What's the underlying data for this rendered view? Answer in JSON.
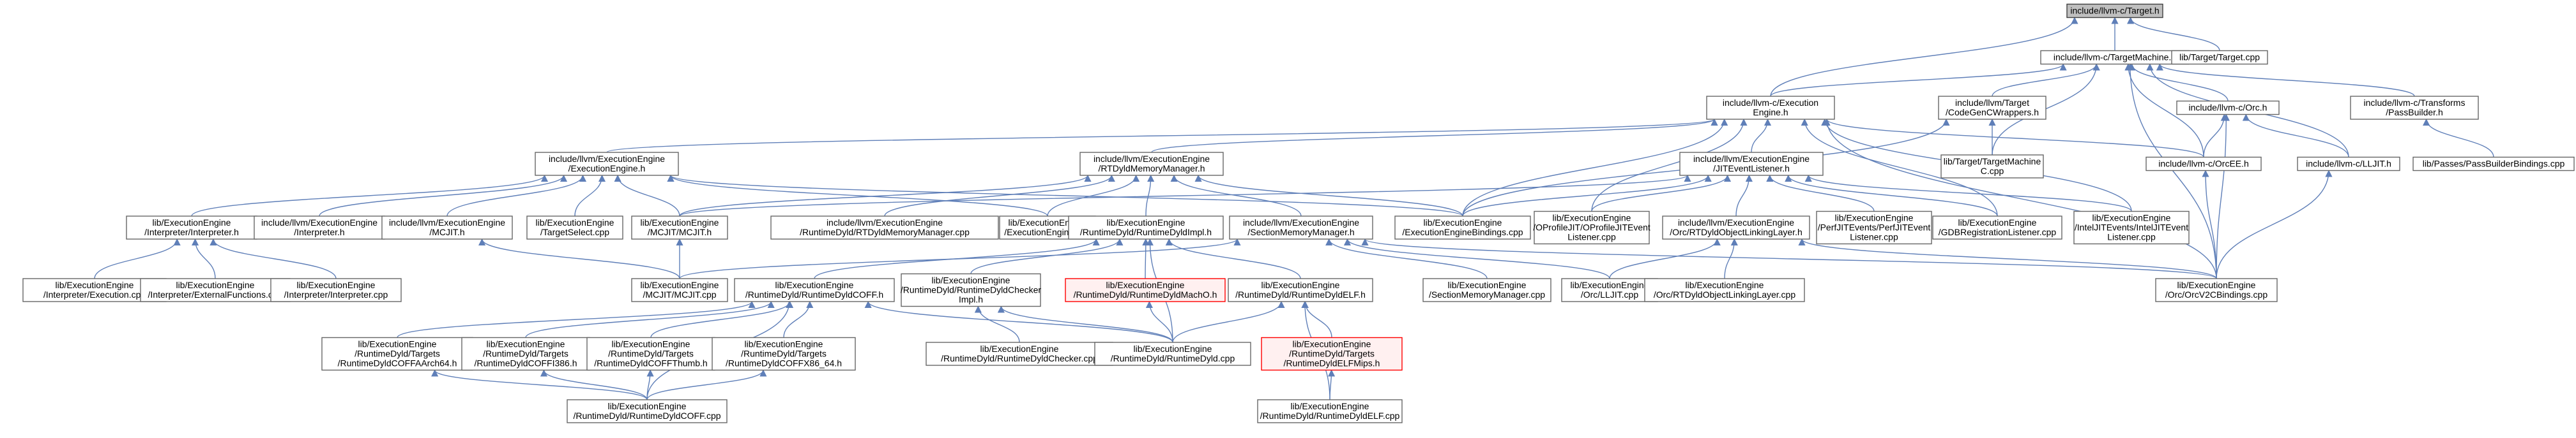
{
  "colors": {
    "background": "#ffffff",
    "edge": "#5f7fb8",
    "node_border": "#666666",
    "node_fill": "#ffffff",
    "root_fill": "#bfbfbf",
    "root_border": "#404040",
    "missing_border": "#ff0000",
    "missing_fill": "#fff0f0",
    "text": "#000000"
  },
  "nodes": [
    {
      "id": "n0",
      "lines": [
        "include/llvm-c/Target.h"
      ],
      "kind": "root"
    },
    {
      "id": "n1",
      "lines": [
        "include/llvm-c/TargetMachine.h"
      ]
    },
    {
      "id": "n2",
      "lines": [
        "lib/Target/Target.cpp"
      ]
    },
    {
      "id": "n3",
      "lines": [
        "include/llvm-c/Execution",
        "Engine.h"
      ]
    },
    {
      "id": "n4",
      "lines": [
        "include/llvm/Target",
        "/CodeGenCWrappers.h"
      ]
    },
    {
      "id": "n5",
      "lines": [
        "include/llvm-c/Orc.h"
      ]
    },
    {
      "id": "n6",
      "lines": [
        "include/llvm-c/Transforms",
        "/PassBuilder.h"
      ]
    },
    {
      "id": "n7",
      "lines": [
        "include/llvm/ExecutionEngine",
        "/ExecutionEngine.h"
      ]
    },
    {
      "id": "n8",
      "lines": [
        "include/llvm/ExecutionEngine",
        "/RTDyldMemoryManager.h"
      ]
    },
    {
      "id": "n9",
      "lines": [
        "include/llvm/ExecutionEngine",
        "/JITEventListener.h"
      ]
    },
    {
      "id": "n10",
      "lines": [
        "lib/Target/TargetMachine",
        "C.cpp"
      ]
    },
    {
      "id": "n11",
      "lines": [
        "include/llvm-c/OrcEE.h"
      ]
    },
    {
      "id": "n12",
      "lines": [
        "include/llvm-c/LLJIT.h"
      ]
    },
    {
      "id": "n13",
      "lines": [
        "lib/Passes/PassBuilderBindings.cpp"
      ]
    },
    {
      "id": "n14",
      "lines": [
        "lib/ExecutionEngine",
        "/Interpreter/Interpreter.h"
      ]
    },
    {
      "id": "n15",
      "lines": [
        "include/llvm/ExecutionEngine",
        "/Interpreter.h"
      ]
    },
    {
      "id": "n16",
      "lines": [
        "include/llvm/ExecutionEngine",
        "/MCJIT.h"
      ]
    },
    {
      "id": "n17",
      "lines": [
        "lib/ExecutionEngine",
        "/TargetSelect.cpp"
      ]
    },
    {
      "id": "n18",
      "lines": [
        "lib/ExecutionEngine",
        "/MCJIT/MCJIT.h"
      ]
    },
    {
      "id": "n19",
      "lines": [
        "include/llvm/ExecutionEngine",
        "/RuntimeDyld/RTDyldMemoryManager.cpp"
      ]
    },
    {
      "id": "n20",
      "lines": [
        "lib/ExecutionEngine",
        "/ExecutionEngine.cpp"
      ]
    },
    {
      "id": "n21",
      "lines": [
        "lib/ExecutionEngine",
        "/RuntimeDyld/RuntimeDyldImpl.h"
      ]
    },
    {
      "id": "n22",
      "lines": [
        "include/llvm/ExecutionEngine",
        "/SectionMemoryManager.h"
      ]
    },
    {
      "id": "n23",
      "lines": [
        "lib/ExecutionEngine",
        "/ExecutionEngineBindings.cpp"
      ]
    },
    {
      "id": "n24",
      "lines": [
        "lib/ExecutionEngine",
        "/OProfileJIT/OProfileJITEvent",
        "Listener.cpp"
      ]
    },
    {
      "id": "n25",
      "lines": [
        "include/llvm/ExecutionEngine",
        "/Orc/RTDyldObjectLinkingLayer.h"
      ]
    },
    {
      "id": "n26",
      "lines": [
        "lib/ExecutionEngine",
        "/PerfJITEvents/PerfJITEvent",
        "Listener.cpp"
      ]
    },
    {
      "id": "n27",
      "lines": [
        "lib/ExecutionEngine",
        "/GDBRegistrationListener.cpp"
      ]
    },
    {
      "id": "n28",
      "lines": [
        "lib/ExecutionEngine",
        "/IntelJITEvents/IntelJITEvent",
        "Listener.cpp"
      ]
    },
    {
      "id": "n29",
      "lines": [
        "lib/ExecutionEngine",
        "/Interpreter/Execution.cpp"
      ]
    },
    {
      "id": "n30",
      "lines": [
        "lib/ExecutionEngine",
        "/Interpreter/ExternalFunctions.cpp"
      ]
    },
    {
      "id": "n31",
      "lines": [
        "lib/ExecutionEngine",
        "/Interpreter/Interpreter.cpp"
      ]
    },
    {
      "id": "n32",
      "lines": [
        "lib/ExecutionEngine",
        "/MCJIT/MCJIT.cpp"
      ]
    },
    {
      "id": "n33",
      "lines": [
        "lib/ExecutionEngine",
        "/RuntimeDyld/RuntimeDyldCOFF.h"
      ]
    },
    {
      "id": "n34",
      "lines": [
        "lib/ExecutionEngine",
        "/RuntimeDyld/RuntimeDyldChecker",
        "Impl.h"
      ]
    },
    {
      "id": "n35",
      "lines": [
        "lib/ExecutionEngine",
        "/RuntimeDyld/RuntimeDyldMachO.h"
      ],
      "kind": "missing"
    },
    {
      "id": "n36",
      "lines": [
        "lib/ExecutionEngine",
        "/RuntimeDyld/RuntimeDyldELF.h"
      ]
    },
    {
      "id": "n37",
      "lines": [
        "lib/ExecutionEngine",
        "/SectionMemoryManager.cpp"
      ]
    },
    {
      "id": "n38",
      "lines": [
        "lib/ExecutionEngine",
        "/Orc/LLJIT.cpp"
      ]
    },
    {
      "id": "n39",
      "lines": [
        "lib/ExecutionEngine",
        "/Orc/RTDyldObjectLinkingLayer.cpp"
      ]
    },
    {
      "id": "n40",
      "lines": [
        "lib/ExecutionEngine",
        "/Orc/OrcV2CBindings.cpp"
      ]
    },
    {
      "id": "n41",
      "lines": [
        "lib/ExecutionEngine",
        "/RuntimeDyld/Targets",
        "/RuntimeDyldCOFFAArch64.h"
      ]
    },
    {
      "id": "n42",
      "lines": [
        "lib/ExecutionEngine",
        "/RuntimeDyld/Targets",
        "/RuntimeDyldCOFFI386.h"
      ]
    },
    {
      "id": "n43",
      "lines": [
        "lib/ExecutionEngine",
        "/RuntimeDyld/Targets",
        "/RuntimeDyldCOFFThumb.h"
      ]
    },
    {
      "id": "n44",
      "lines": [
        "lib/ExecutionEngine",
        "/RuntimeDyld/Targets",
        "/RuntimeDyldCOFFX86_64.h"
      ]
    },
    {
      "id": "n45",
      "lines": [
        "lib/ExecutionEngine",
        "/RuntimeDyld/RuntimeDyldChecker.cpp"
      ]
    },
    {
      "id": "n46",
      "lines": [
        "lib/ExecutionEngine",
        "/RuntimeDyld/RuntimeDyld.cpp"
      ]
    },
    {
      "id": "n47",
      "lines": [
        "lib/ExecutionEngine",
        "/RuntimeDyld/Targets",
        "/RuntimeDyldELFMips.h"
      ],
      "kind": "missing"
    },
    {
      "id": "n48",
      "lines": [
        "lib/ExecutionEngine",
        "/RuntimeDyld/RuntimeDyldCOFF.cpp"
      ]
    },
    {
      "id": "n49",
      "lines": [
        "lib/ExecutionEngine",
        "/RuntimeDyld/RuntimeDyldELF.cpp"
      ]
    }
  ],
  "edges": [
    [
      "n1",
      "n0"
    ],
    [
      "n2",
      "n0"
    ],
    [
      "n3",
      "n0"
    ],
    [
      "n3",
      "n1"
    ],
    [
      "n4",
      "n1"
    ],
    [
      "n5",
      "n1"
    ],
    [
      "n6",
      "n1"
    ],
    [
      "n10",
      "n1"
    ],
    [
      "n11",
      "n1"
    ],
    [
      "n12",
      "n1"
    ],
    [
      "n40",
      "n1"
    ],
    [
      "n7",
      "n3"
    ],
    [
      "n8",
      "n3"
    ],
    [
      "n9",
      "n3"
    ],
    [
      "n11",
      "n3"
    ],
    [
      "n23",
      "n3"
    ],
    [
      "n24",
      "n3"
    ],
    [
      "n27",
      "n3"
    ],
    [
      "n28",
      "n3"
    ],
    [
      "n40",
      "n3"
    ],
    [
      "n10",
      "n4"
    ],
    [
      "n23",
      "n4"
    ],
    [
      "n11",
      "n5"
    ],
    [
      "n12",
      "n5"
    ],
    [
      "n40",
      "n5"
    ],
    [
      "n13",
      "n6"
    ],
    [
      "n40",
      "n11"
    ],
    [
      "n40",
      "n12"
    ],
    [
      "n14",
      "n7"
    ],
    [
      "n15",
      "n7"
    ],
    [
      "n16",
      "n7"
    ],
    [
      "n17",
      "n7"
    ],
    [
      "n18",
      "n7"
    ],
    [
      "n20",
      "n7"
    ],
    [
      "n23",
      "n7"
    ],
    [
      "n18",
      "n8"
    ],
    [
      "n19",
      "n8"
    ],
    [
      "n20",
      "n8"
    ],
    [
      "n21",
      "n8"
    ],
    [
      "n22",
      "n8"
    ],
    [
      "n23",
      "n8"
    ],
    [
      "n18",
      "n9"
    ],
    [
      "n23",
      "n9"
    ],
    [
      "n24",
      "n9"
    ],
    [
      "n25",
      "n9"
    ],
    [
      "n26",
      "n9"
    ],
    [
      "n27",
      "n9"
    ],
    [
      "n28",
      "n9"
    ],
    [
      "n29",
      "n14"
    ],
    [
      "n30",
      "n14"
    ],
    [
      "n31",
      "n14"
    ],
    [
      "n32",
      "n16"
    ],
    [
      "n32",
      "n18"
    ],
    [
      "n33",
      "n21"
    ],
    [
      "n34",
      "n21"
    ],
    [
      "n35",
      "n21"
    ],
    [
      "n36",
      "n21"
    ],
    [
      "n46",
      "n21"
    ],
    [
      "n32",
      "n22"
    ],
    [
      "n37",
      "n22"
    ],
    [
      "n38",
      "n22"
    ],
    [
      "n40",
      "n22"
    ],
    [
      "n39",
      "n25"
    ],
    [
      "n40",
      "n25"
    ],
    [
      "n38",
      "n25"
    ],
    [
      "n41",
      "n33"
    ],
    [
      "n42",
      "n33"
    ],
    [
      "n43",
      "n33"
    ],
    [
      "n44",
      "n33"
    ],
    [
      "n46",
      "n33"
    ],
    [
      "n48",
      "n33"
    ],
    [
      "n45",
      "n34"
    ],
    [
      "n46",
      "n34"
    ],
    [
      "n46",
      "n35"
    ],
    [
      "n46",
      "n36"
    ],
    [
      "n47",
      "n36"
    ],
    [
      "n49",
      "n36"
    ],
    [
      "n48",
      "n41"
    ],
    [
      "n48",
      "n42"
    ],
    [
      "n48",
      "n43"
    ],
    [
      "n48",
      "n44"
    ],
    [
      "n49",
      "n47"
    ]
  ]
}
